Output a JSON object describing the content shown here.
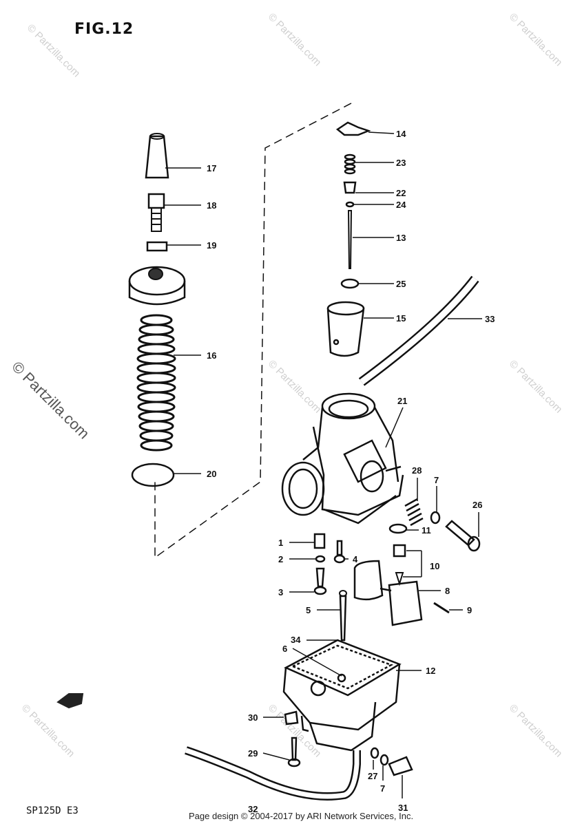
{
  "figure": {
    "title": "FIG.12",
    "model_code": "SP125D E3"
  },
  "footer": {
    "text": "Page design © 2004-2017 by ARI Network Services, Inc."
  },
  "watermark": {
    "text": "© Partzilla.com"
  },
  "callouts": {
    "c14": "14",
    "c23": "23",
    "c22": "22",
    "c24": "24",
    "c13": "13",
    "c25": "25",
    "c15": "15",
    "c33": "33",
    "c17": "17",
    "c18": "18",
    "c19": "19",
    "c16": "16",
    "c20": "20",
    "c21": "21",
    "c28": "28",
    "c7a": "7",
    "c26": "26",
    "c11": "11",
    "c1": "1",
    "c2": "2",
    "c4": "4",
    "c10": "10",
    "c3": "3",
    "c8": "8",
    "c5": "5",
    "c9": "9",
    "c34": "34",
    "c6": "6",
    "c12": "12",
    "c30": "30",
    "c29": "29",
    "c27": "27",
    "c7b": "7",
    "c31": "31",
    "c32": "32"
  }
}
